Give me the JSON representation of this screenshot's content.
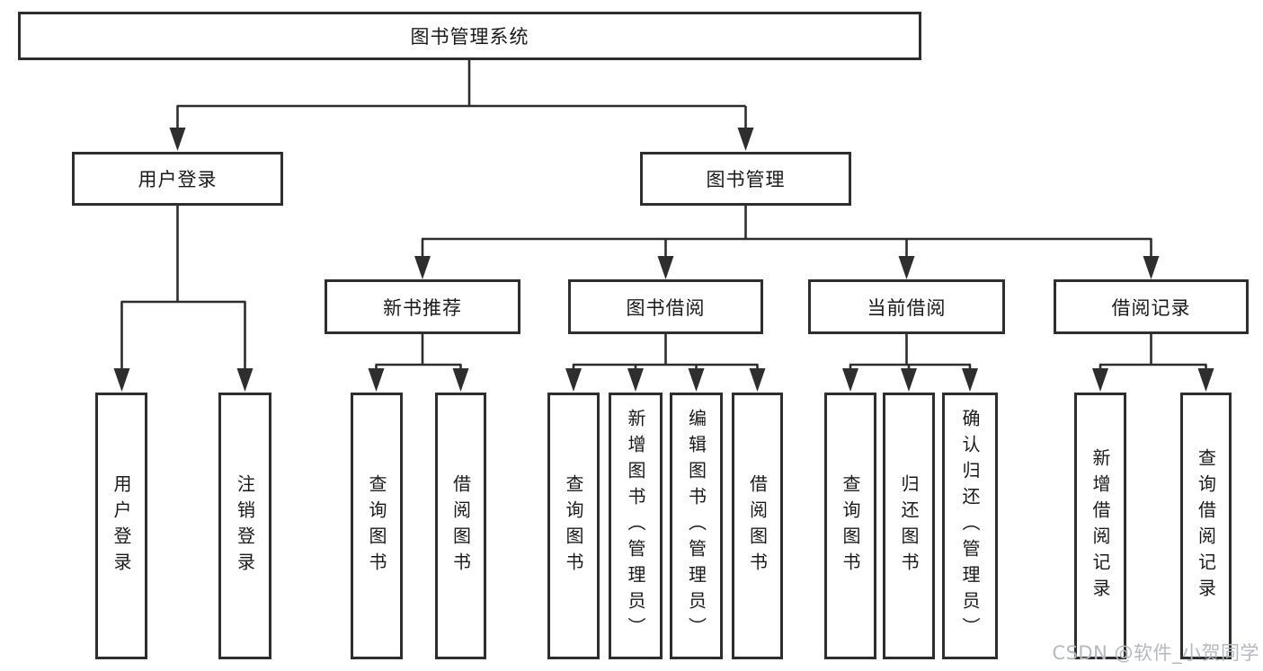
{
  "diagram": {
    "root": {
      "label": "图书管理系统"
    },
    "branches": [
      {
        "label": "用户登录",
        "children": [
          {
            "label": "用户登录"
          },
          {
            "label": "注销登录"
          }
        ]
      },
      {
        "label": "图书管理",
        "children": [
          {
            "label": "新书推荐",
            "children": [
              {
                "label": "查询图书"
              },
              {
                "label": "借阅图书"
              }
            ]
          },
          {
            "label": "图书借阅",
            "children": [
              {
                "label": "查询图书"
              },
              {
                "label": "新增图书（管理员）"
              },
              {
                "label": "编辑图书（管理员）"
              },
              {
                "label": "借阅图书"
              }
            ]
          },
          {
            "label": "当前借阅",
            "children": [
              {
                "label": "查询图书"
              },
              {
                "label": "归还图书"
              },
              {
                "label": "确认归还（管理员）"
              }
            ]
          },
          {
            "label": "借阅记录",
            "children": [
              {
                "label": "新增借阅记录"
              },
              {
                "label": "查询借阅记录"
              }
            ]
          }
        ]
      }
    ]
  },
  "watermark": {
    "text": "CSDN @软件_小贺同学"
  },
  "colors": {
    "background": "#ffffff",
    "box_fill": "#ffffff",
    "box_border": "#2e2e2e",
    "line": "#2e2e2e",
    "text": "#1a1a1a",
    "watermark": "#b3b8c2"
  }
}
